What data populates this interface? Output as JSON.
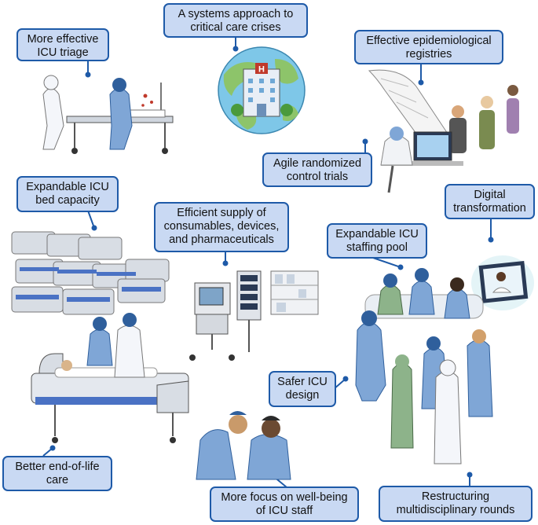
{
  "labels": {
    "systems_approach": "A systems approach to\ncritical care crises",
    "icu_triage": "More effective\nICU triage",
    "epi_registries": "Effective epidemiological\nregistries",
    "rct": "Agile randomized\ncontrol trials",
    "digital": "Digital\ntransformation",
    "bed_capacity": "Expandable ICU\nbed capacity",
    "supply": "Efficient supply of\nconsumables, devices,\nand pharmaceuticals",
    "staffing": "Expandable ICU\nstaffing pool",
    "safer_design": "Safer ICU\ndesign",
    "end_of_life": "Better end-of-life\ncare",
    "wellbeing": "More focus on well-being\nof ICU staff",
    "rounds": "Restructuring\nmultidisciplinary rounds"
  },
  "hospital_sign": "H",
  "colors": {
    "label_fill": "#c9d9f3",
    "label_border": "#1e5aa8",
    "connector": "#1e5aa8",
    "scrubs": "#7fa6d6",
    "scrubs_dark": "#2f5f9c",
    "bed_blue": "#4a72c4",
    "globe_ocean": "#7ec7e8",
    "globe_land": "#8dc46a"
  }
}
